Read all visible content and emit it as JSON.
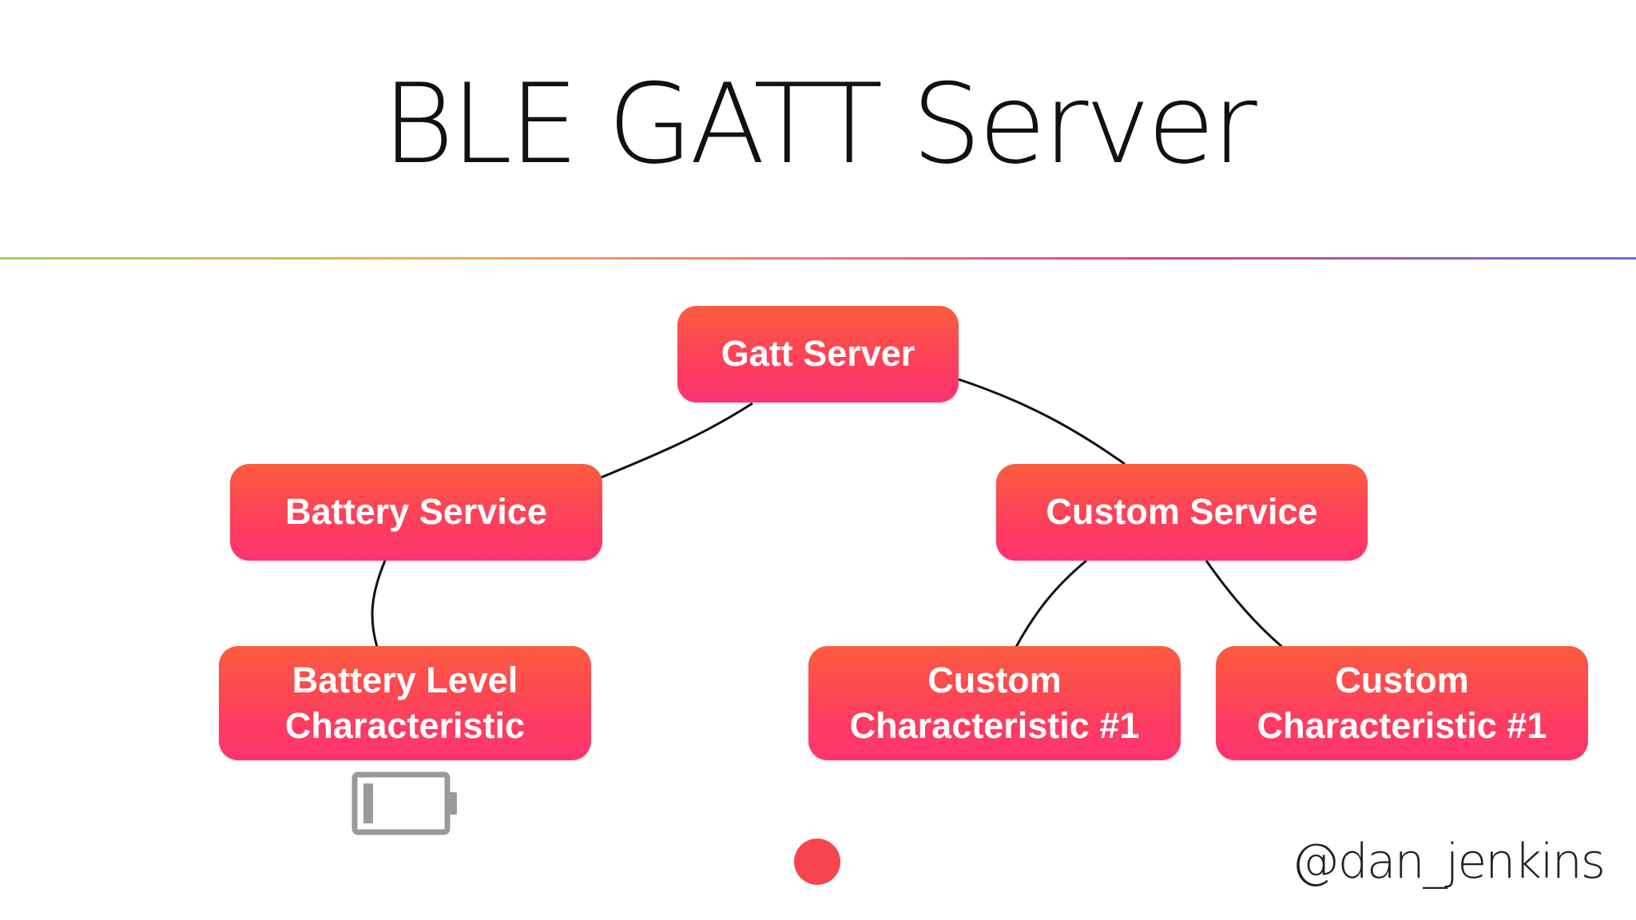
{
  "slide": {
    "title": "BLE GATT Server",
    "handle": "@dan_jenkins"
  },
  "diagram": {
    "nodes": [
      {
        "id": "gatt-server",
        "label": "Gatt Server"
      },
      {
        "id": "battery-service",
        "label": "Battery Service"
      },
      {
        "id": "custom-service",
        "label": "Custom Service"
      },
      {
        "id": "battery-level-characteristic",
        "label": "Battery Level\nCharacteristic"
      },
      {
        "id": "custom-characteristic-a",
        "label": "Custom\nCharacteristic #1"
      },
      {
        "id": "custom-characteristic-b",
        "label": "Custom\nCharacteristic #1"
      }
    ],
    "edges": [
      {
        "from": "gatt-server",
        "to": "battery-service"
      },
      {
        "from": "gatt-server",
        "to": "custom-service"
      },
      {
        "from": "battery-service",
        "to": "battery-level-characteristic"
      },
      {
        "from": "custom-service",
        "to": "custom-characteristic-a"
      },
      {
        "from": "custom-service",
        "to": "custom-characteristic-b"
      }
    ]
  },
  "icons": {
    "battery": "battery-icon",
    "pointer": "laser-pointer-dot"
  },
  "colors": {
    "node_top": "#fc5c3f",
    "node_bottom": "#fe3370",
    "pointer": "#f6454f",
    "battery_icon": "#9a9a9a"
  }
}
